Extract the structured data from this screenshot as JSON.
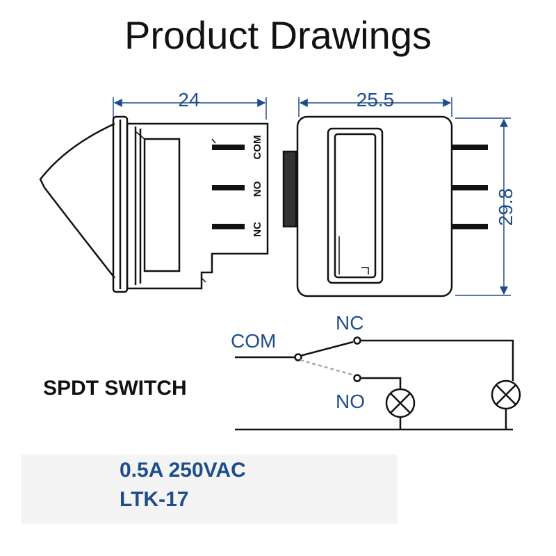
{
  "title": "Product Drawings",
  "dimensions": {
    "side_width": "24",
    "front_width": "25.5",
    "front_height": "29.8"
  },
  "terminals": [
    "COM",
    "NO",
    "NC"
  ],
  "schematic": {
    "com_label": "COM",
    "nc_label": "NC",
    "no_label": "NO"
  },
  "switch_type": "SPDT SWITCH",
  "rating": "0.5A 250VAC",
  "model": "LTK-17",
  "colors": {
    "dimension": "#1f4d8a",
    "lines": "#111111",
    "spec_text": "#1f4d8a",
    "dashed": "#a0a8b0"
  }
}
